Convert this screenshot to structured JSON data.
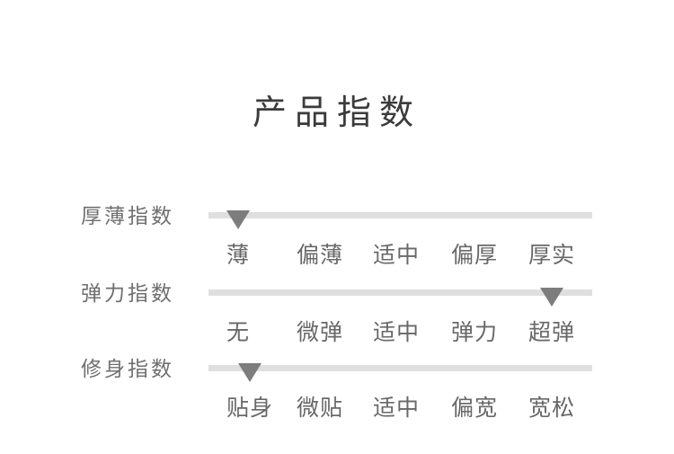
{
  "title": "产品指数",
  "colors": {
    "background": "#ffffff",
    "title_text": "#3b3b3b",
    "label_text": "#6f6f6f",
    "tick_text": "#686868",
    "track": "#dfdfdf",
    "marker": "#7d7d7d"
  },
  "chart": {
    "rows": [
      {
        "label": "厚薄指数",
        "ticks": [
          "薄",
          "偏薄",
          "适中",
          "偏厚",
          "厚实"
        ],
        "selected": 0,
        "selected_label": "薄"
      },
      {
        "label": "弹力指数",
        "ticks": [
          "无",
          "微弹",
          "适中",
          "弹力",
          "超弹"
        ],
        "selected": 4,
        "selected_label": "超弹"
      },
      {
        "label": "修身指数",
        "ticks": [
          "贴身",
          "微贴",
          "适中",
          "偏宽",
          "宽松"
        ],
        "selected": 0,
        "selected_label": "贴身"
      }
    ]
  }
}
